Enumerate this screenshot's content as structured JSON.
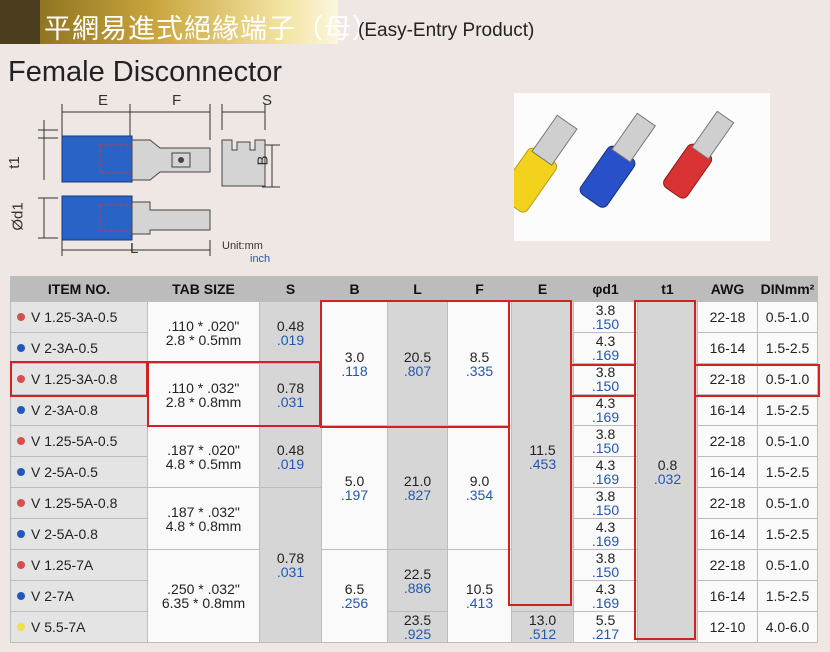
{
  "header": {
    "title_cn": "平網易進式絕緣端子（母）",
    "title_en": "(Easy-Entry Product)"
  },
  "title": "Female Disconnector",
  "diagram": {
    "labels": {
      "E": "E",
      "F": "F",
      "S": "S",
      "t1": "t1",
      "d1": "Ød1",
      "B": "B",
      "L": "L"
    },
    "unit_mm": "Unit:mm",
    "unit_inch": "inch"
  },
  "photo_colors": [
    "#f2d21d",
    "#2850c8",
    "#d83232"
  ],
  "table": {
    "headers": [
      "ITEM NO.",
      "TAB SIZE",
      "S",
      "B",
      "L",
      "F",
      "E",
      "φd1",
      "t1",
      "AWG",
      "DINmm²"
    ],
    "items": [
      {
        "name": "V 1.25-3A-0.5",
        "dot": "#d65050"
      },
      {
        "name": "V 2-3A-0.5",
        "dot": "#2458b8"
      },
      {
        "name": "V 1.25-3A-0.8",
        "dot": "#d65050"
      },
      {
        "name": "V 2-3A-0.8",
        "dot": "#2458b8"
      },
      {
        "name": "V 1.25-5A-0.5",
        "dot": "#d65050"
      },
      {
        "name": "V 2-5A-0.5",
        "dot": "#2458b8"
      },
      {
        "name": "V 1.25-5A-0.8",
        "dot": "#d65050"
      },
      {
        "name": "V 2-5A-0.8",
        "dot": "#2458b8"
      },
      {
        "name": "V 1.25-7A",
        "dot": "#d65050"
      },
      {
        "name": "V 2-7A",
        "dot": "#2458b8"
      },
      {
        "name": "V 5.5-7A",
        "dot": "#efe050"
      }
    ],
    "tab": [
      {
        "inch": ".110 * .020\"",
        "mm": "2.8 * 0.5mm"
      },
      {
        "inch": ".110 * .032\"",
        "mm": "2.8 * 0.8mm"
      },
      {
        "inch": ".187 * .020\"",
        "mm": "4.8 * 0.5mm"
      },
      {
        "inch": ".187 * .032\"",
        "mm": "4.8 * 0.8mm"
      },
      {
        "inch": ".250 * .032\"",
        "mm": "6.35 * 0.8mm"
      }
    ],
    "S": [
      {
        "mm": "0.48",
        "in": ".019"
      },
      {
        "mm": "0.78",
        "in": ".031"
      },
      {
        "mm": "0.48",
        "in": ".019"
      },
      {
        "mm": "0.78",
        "in": ".031"
      }
    ],
    "B": [
      {
        "mm": "3.0",
        "in": ".118"
      },
      {
        "mm": "5.0",
        "in": ".197"
      },
      {
        "mm": "6.5",
        "in": ".256"
      }
    ],
    "L": [
      {
        "mm": "20.5",
        "in": ".807"
      },
      {
        "mm": "21.0",
        "in": ".827"
      },
      {
        "mm": "22.5",
        "in": ".886"
      },
      {
        "mm": "23.5",
        "in": ".925"
      }
    ],
    "F": [
      {
        "mm": "8.5",
        "in": ".335"
      },
      {
        "mm": "9.0",
        "in": ".354"
      },
      {
        "mm": "10.5",
        "in": ".413"
      }
    ],
    "E": [
      {
        "mm": "11.5",
        "in": ".453"
      },
      {
        "mm": "13.0",
        "in": ".512"
      }
    ],
    "d1": [
      {
        "mm": "3.8",
        "in": ".150"
      },
      {
        "mm": "4.3",
        "in": ".169"
      },
      {
        "mm": "3.8",
        "in": ".150"
      },
      {
        "mm": "4.3",
        "in": ".169"
      },
      {
        "mm": "3.8",
        "in": ".150"
      },
      {
        "mm": "4.3",
        "in": ".169"
      },
      {
        "mm": "3.8",
        "in": ".150"
      },
      {
        "mm": "4.3",
        "in": ".169"
      },
      {
        "mm": "3.8",
        "in": ".150"
      },
      {
        "mm": "4.3",
        "in": ".169"
      },
      {
        "mm": "5.5",
        "in": ".217"
      }
    ],
    "t1": {
      "mm": "0.8",
      "in": ".032"
    },
    "awg": [
      "22-18",
      "16-14",
      "22-18",
      "16-14",
      "22-18",
      "16-14",
      "22-18",
      "16-14",
      "22-18",
      "16-14",
      "12-10"
    ],
    "din": [
      "0.5-1.0",
      "1.5-2.5",
      "0.5-1.0",
      "1.5-2.5",
      "0.5-1.0",
      "1.5-2.5",
      "0.5-1.0",
      "1.5-2.5",
      "0.5-1.0",
      "1.5-2.5",
      "4.0-6.0"
    ]
  }
}
